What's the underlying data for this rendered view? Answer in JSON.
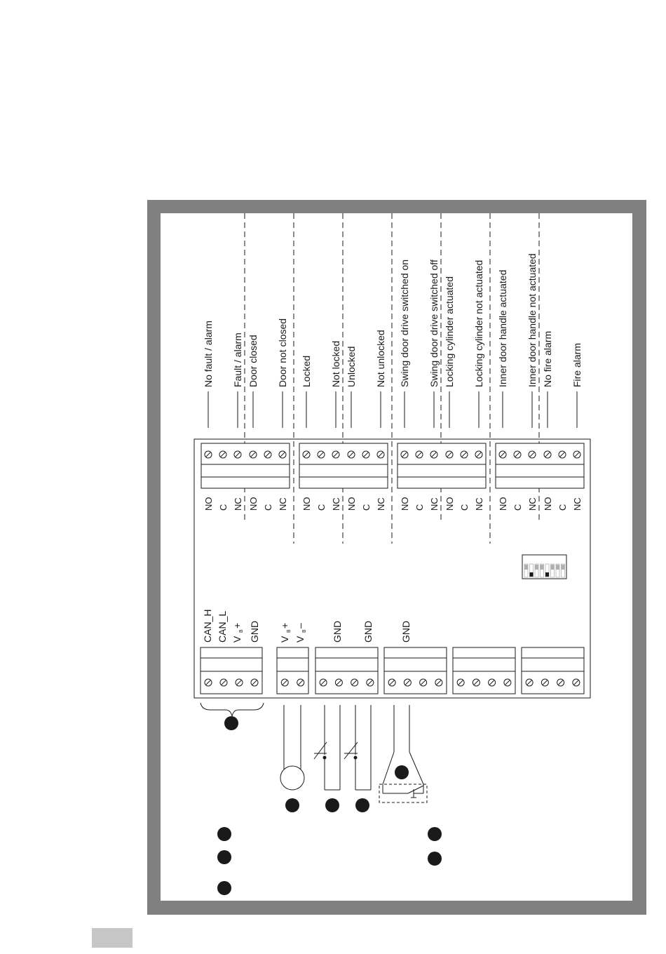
{
  "relay_groups": [
    {
      "id": "fault",
      "out1": "No fault / alarm",
      "out2": "Fault / alarm",
      "terms": [
        "NO",
        "C",
        "NC"
      ]
    },
    {
      "id": "door",
      "out1": "Door closed",
      "out2": "Door not closed",
      "terms": [
        "NO",
        "C",
        "NC"
      ]
    },
    {
      "id": "lock",
      "out1": "Locked",
      "out2": "Not locked",
      "terms": [
        "NO",
        "C",
        "NC"
      ]
    },
    {
      "id": "unlock",
      "out1": "Unlocked",
      "out2": "Not unlocked",
      "terms": [
        "NO",
        "C",
        "NC"
      ]
    },
    {
      "id": "swing",
      "out1": "Swing door drive switched on",
      "out2": "Swing door drive switched off",
      "terms": [
        "NO",
        "C",
        "NC"
      ]
    },
    {
      "id": "cylinder",
      "out1": "Locking cylinder actuated",
      "out2": "Locking cylinder not actuated",
      "terms": [
        "NO",
        "C",
        "NC"
      ]
    },
    {
      "id": "handle",
      "out1": "Inner door handle actuated",
      "out2": "Inner door handle not actuated",
      "terms": [
        "NO",
        "C",
        "NC"
      ]
    },
    {
      "id": "fire",
      "out1": "No fire alarm",
      "out2": "Fire alarm",
      "terms": [
        "NO",
        "C",
        "NC"
      ]
    }
  ],
  "bottom_terminals": {
    "can": [
      "CAN_H",
      "CAN_L",
      "V",
      "+",
      "GND"
    ],
    "supply": [
      "V",
      "+",
      "V",
      "–"
    ],
    "gnd_a": "GND",
    "gnd_b": "GND",
    "gnd_c": "GND",
    "vb_sub": "B"
  },
  "colors": {
    "frame": "#808080",
    "line": "#1a1a1a",
    "tab": "#c6c6c6",
    "dip_off": "#b0b0b0"
  },
  "dip_switch": {
    "positions": [
      "off",
      "on",
      "off",
      "off",
      "on",
      "off",
      "off",
      "off"
    ]
  }
}
